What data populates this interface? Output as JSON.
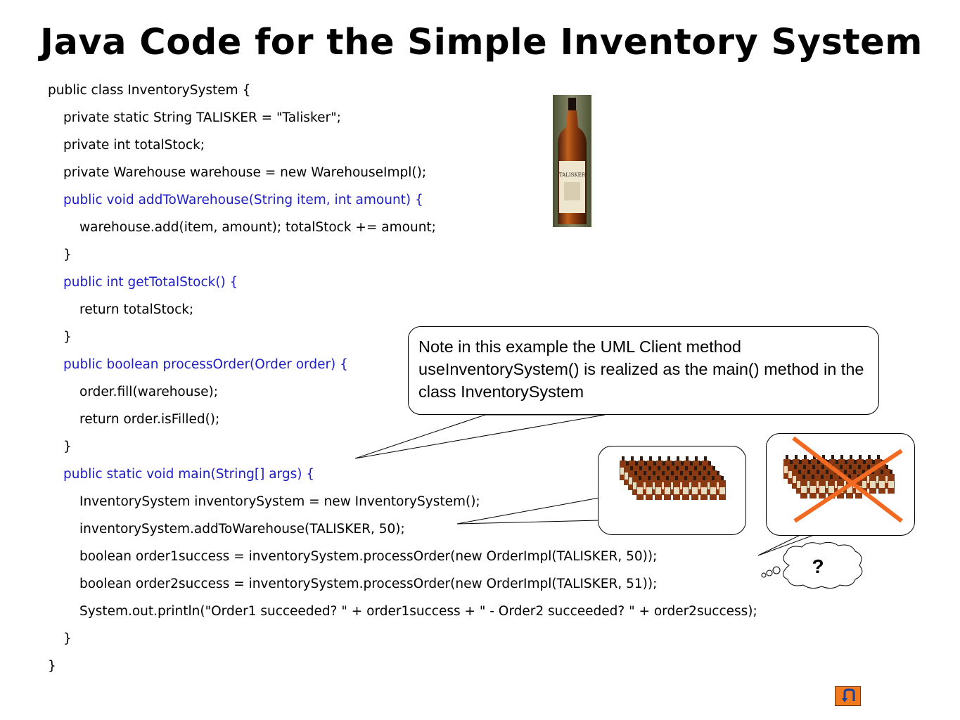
{
  "slide": {
    "title": "Java Code for the Simple Inventory System"
  },
  "code": {
    "lines": [
      {
        "text": "public class InventorySystem {",
        "indent": 0,
        "style": "plain"
      },
      {
        "text": "private static String TALISKER = \"Talisker\";",
        "indent": 1,
        "style": "plain"
      },
      {
        "text": "private int totalStock;",
        "indent": 1,
        "style": "plain"
      },
      {
        "text": "private Warehouse warehouse = new WarehouseImpl();",
        "indent": 1,
        "style": "plain"
      },
      {
        "text": "public void addToWarehouse(String item, int amount) {",
        "indent": 1,
        "style": "method"
      },
      {
        "text": "warehouse.add(item, amount); totalStock += amount;",
        "indent": 2,
        "style": "plain"
      },
      {
        "text": "}",
        "indent": 1,
        "style": "plain"
      },
      {
        "text": "public int getTotalStock() {",
        "indent": 1,
        "style": "method"
      },
      {
        "text": "return totalStock;",
        "indent": 2,
        "style": "plain"
      },
      {
        "text": "}",
        "indent": 1,
        "style": "plain"
      },
      {
        "text": "public boolean processOrder(Order order) {",
        "indent": 1,
        "style": "method"
      },
      {
        "text": "order.fill(warehouse);",
        "indent": 2,
        "style": "plain"
      },
      {
        "text": "return order.isFilled();",
        "indent": 2,
        "style": "plain"
      },
      {
        "text": "}",
        "indent": 1,
        "style": "plain"
      },
      {
        "text": "public static void main(String[] args) {",
        "indent": 1,
        "style": "method"
      },
      {
        "text": "InventorySystem inventorySystem = new InventorySystem();",
        "indent": 2,
        "style": "plain"
      },
      {
        "text": "inventorySystem.addToWarehouse(TALISKER, 50);",
        "indent": 2,
        "style": "plain"
      },
      {
        "text": "boolean order1success = inventorySystem.processOrder(new OrderImpl(TALISKER, 50));",
        "indent": 2,
        "style": "plain"
      },
      {
        "text": "boolean order2success = inventorySystem.processOrder(new OrderImpl(TALISKER, 51));",
        "indent": 2,
        "style": "plain"
      },
      {
        "text": "System.out.println(\"Order1 succeeded? \" + order1success + \" - Order2 succeeded? \" + order2success);",
        "indent": 2,
        "style": "plain"
      },
      {
        "text": "}",
        "indent": 1,
        "style": "plain"
      },
      {
        "text": "}",
        "indent": 0,
        "style": "plain"
      }
    ]
  },
  "note": {
    "text": "Note in this example the UML Client method useInventorySystem() is realized as the main() method in the class InventorySystem"
  },
  "bottles": {
    "product_label": "TALISKER",
    "success_bottle_count": 50,
    "failed_bottle_count": 51
  },
  "thought_bubble": {
    "text": "?"
  },
  "colors": {
    "method_text": "#1d1dc6",
    "cross": "#f26a21",
    "nav_button": "#f07a1e"
  },
  "icons": {
    "nav_button": "return-arrow-icon"
  }
}
